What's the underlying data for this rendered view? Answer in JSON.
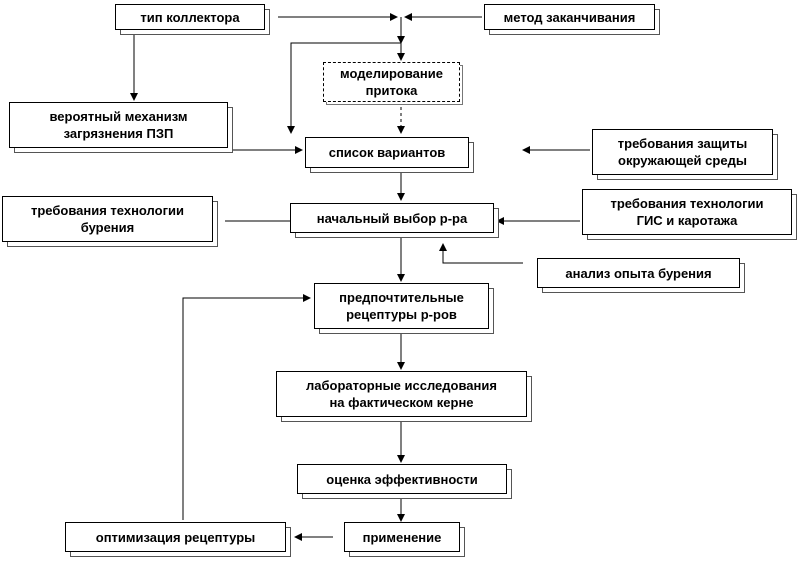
{
  "diagram": {
    "nodes": {
      "reservoir_type": "тип коллектора",
      "completion_method": "метод заканчивания",
      "inflow_modeling": "моделирование\nпритока",
      "damage_mechanism": "вероятный механизм\nзагрязнения ПЗП",
      "options_list": "список вариантов",
      "env_protection": "требования защиты\nокружающей среды",
      "drilling_tech": "требования технологии\nбурения",
      "initial_selection": "начальный выбор р-ра",
      "logging_tech": "требования технологии\nГИС и каротажа",
      "drilling_experience": "анализ опыта бурения",
      "preferred_recipes": "предпочтительные\nрецептуры р-ров",
      "lab_studies": "лабораторные исследования\nна фактическом керне",
      "efficiency_eval": "оценка эффективности",
      "recipe_optimization": "оптимизация рецептуры",
      "application": "применение"
    }
  }
}
